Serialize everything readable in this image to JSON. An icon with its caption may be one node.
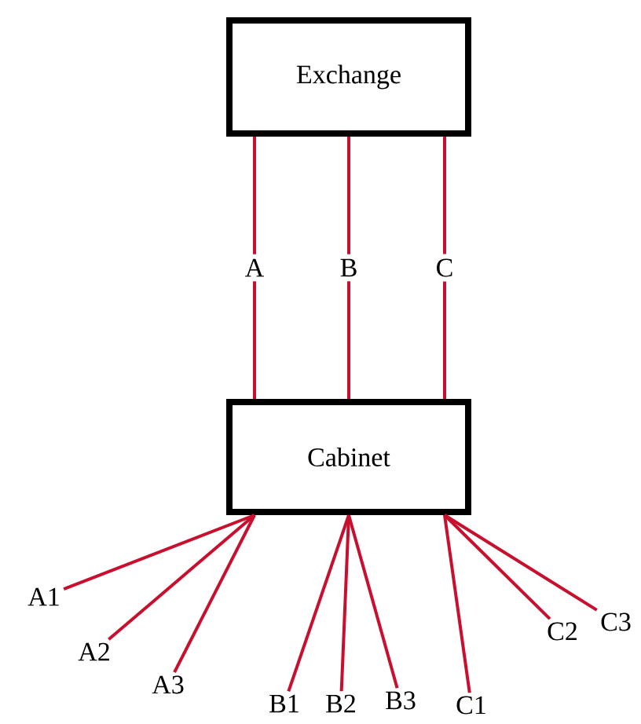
{
  "diagram": {
    "nodes": [
      {
        "text": [
          "Exchange"
        ]
      },
      {
        "text": [
          "Cabinet"
        ]
      },
      {
        "text": [
          "A1"
        ]
      },
      {
        "text": [
          "A2"
        ]
      },
      {
        "text": [
          "A3"
        ]
      },
      {
        "text": [
          "B1"
        ]
      },
      {
        "text": [
          "B2"
        ]
      },
      {
        "text": [
          "B3"
        ]
      },
      {
        "text": [
          "C1"
        ]
      },
      {
        "text": [
          "C2"
        ]
      },
      {
        "text": [
          "C3"
        ]
      }
    ],
    "edges": [
      {
        "from": 0,
        "to": 1,
        "arrow": "none",
        "label": "A"
      },
      {
        "from": 0,
        "to": 1,
        "arrow": "none",
        "label": "B"
      },
      {
        "from": 0,
        "to": 1,
        "arrow": "none",
        "label": "C"
      },
      {
        "from": 1,
        "to": 2,
        "arrow": "none"
      },
      {
        "from": 1,
        "to": 3,
        "arrow": "none"
      },
      {
        "from": 1,
        "to": 4,
        "arrow": "none"
      },
      {
        "from": 1,
        "to": 5,
        "arrow": "none"
      },
      {
        "from": 1,
        "to": 6,
        "arrow": "none"
      },
      {
        "from": 1,
        "to": 7,
        "arrow": "none"
      },
      {
        "from": 1,
        "to": 8,
        "arrow": "none"
      },
      {
        "from": 1,
        "to": 9,
        "arrow": "none"
      },
      {
        "from": 1,
        "to": 10,
        "arrow": "none"
      }
    ]
  }
}
